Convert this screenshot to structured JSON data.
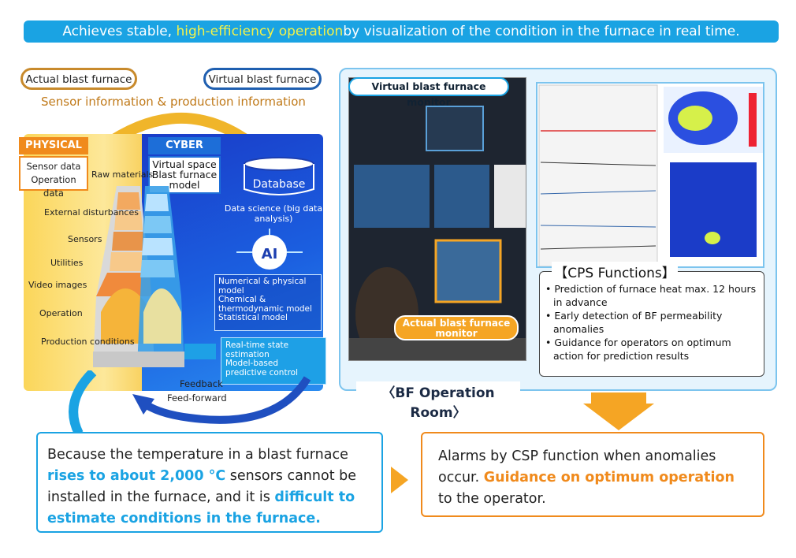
{
  "banner": {
    "pre": "Achieves stable, ",
    "highlight": "high-efficiency operation",
    "post": "by visualization of the condition in the furnace in real time."
  },
  "labels": {
    "actual": "Actual blast furnace",
    "virtual": "Virtual blast furnace",
    "sensor_info": "Sensor information & production information"
  },
  "physical": {
    "tag": "PHYSICAL",
    "box_line1": "Sensor data",
    "box_line2": "Operation data",
    "items": [
      "Raw materials",
      "External disturbances",
      "Sensors",
      "Utilities",
      "Video images",
      "Operation",
      "Production conditions"
    ]
  },
  "cyber": {
    "tag": "CYBER",
    "box": "Virtual space Blast furnace model",
    "database": "Database",
    "data_science": "Data science (big data analysis)",
    "ai": "AI",
    "models": [
      "Numerical & physical model",
      "Chemical & thermodynamic model",
      "Statistical model"
    ],
    "realtime": [
      "Real-time state estimation",
      "Model-based predictive control"
    ],
    "feedback": "Feedback",
    "feedforward": "Feed-forward"
  },
  "room": {
    "virtual_monitor": "Virtual blast furnace monitor",
    "actual_monitor": "Actual blast furnace monitor",
    "title": "〈BF Operation Room〉"
  },
  "cps": {
    "title": "【CPS Functions】",
    "items": [
      "Prediction of furnace heat max. 12 hours in advance",
      "Early detection of BF permeability anomalies",
      "Guidance for operators on optimum action for prediction results"
    ]
  },
  "bottom_left": {
    "t1": "Because the temperature in a blast furnace ",
    "h1": "rises to about 2,000 °C",
    "t2": " sensors cannot be installed in the furnace, and it is ",
    "h2": "difficult to estimate conditions in the furnace."
  },
  "bottom_right": {
    "t1": "Alarms by CSP function when anomalies occur. ",
    "h1": "Guidance on optimum operation",
    "t2": " to the operator."
  },
  "colors": {
    "accent_blue": "#1aa3e3",
    "accent_orange": "#f08a1c",
    "highlight_yellow": "#f3f24a",
    "cyber_blue": "#1b5fe0"
  }
}
